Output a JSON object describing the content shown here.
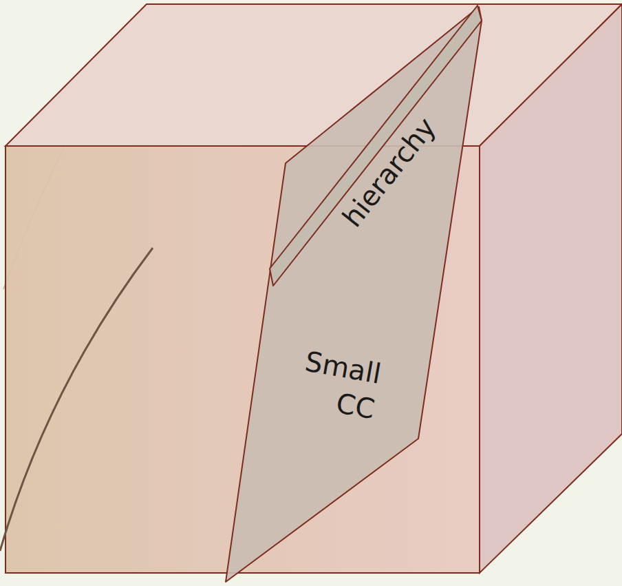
{
  "diagram": {
    "nodes": [
      {
        "text": [
          "Small CC"
        ]
      },
      {
        "text": [
          "hierarchy"
        ],
        "in": 0
      }
    ]
  }
}
